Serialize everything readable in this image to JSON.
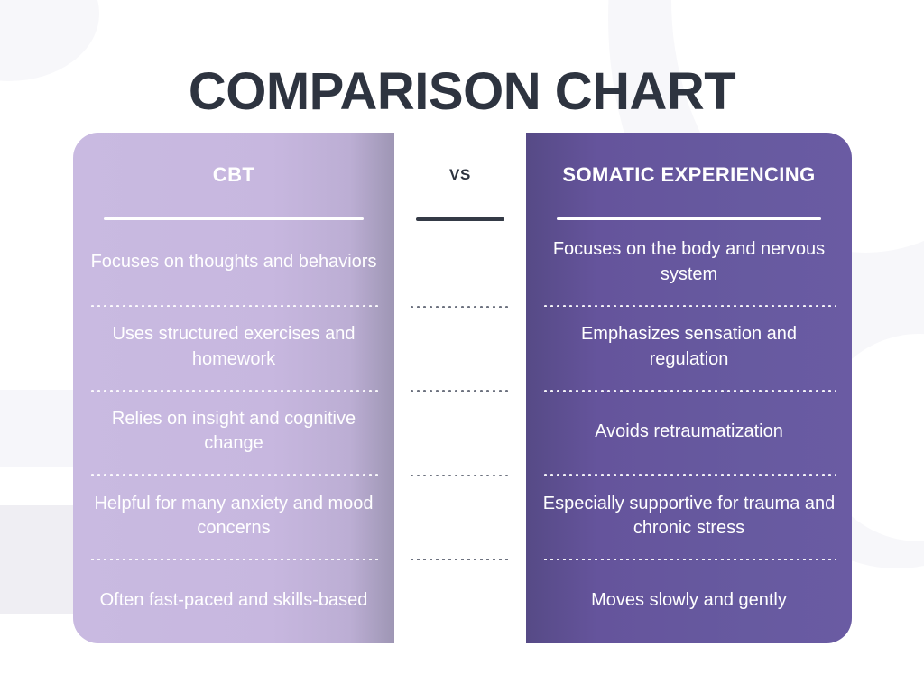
{
  "title": "COMPARISON CHART",
  "theme": {
    "title_color": "#2e3440",
    "left_panel_color": "#c7b7df",
    "right_panel_color": "#65549b",
    "center_color": "#ffffff",
    "text_color": "#ffffff",
    "center_text_color": "#2e3440",
    "background_color": "#ffffff",
    "band_color": "#f6f6fa"
  },
  "columns": {
    "left": {
      "header": "CBT",
      "rows": [
        "Focuses on thoughts and behaviors",
        "Uses structured exercises and homework",
        "Relies on insight and cognitive change",
        "Helpful for many anxiety and mood concerns",
        "Often fast-paced and skills-based"
      ]
    },
    "center": {
      "header": "VS",
      "rows": [
        "",
        "",
        "",
        "",
        ""
      ]
    },
    "right": {
      "header": "SOMATIC EXPERIENCING",
      "rows": [
        "Focuses on the body and nervous system",
        "Emphasizes sensation and regulation",
        "Avoids retraumatization",
        "Especially supportive for trauma and chronic stress",
        "Moves slowly and gently"
      ]
    }
  }
}
